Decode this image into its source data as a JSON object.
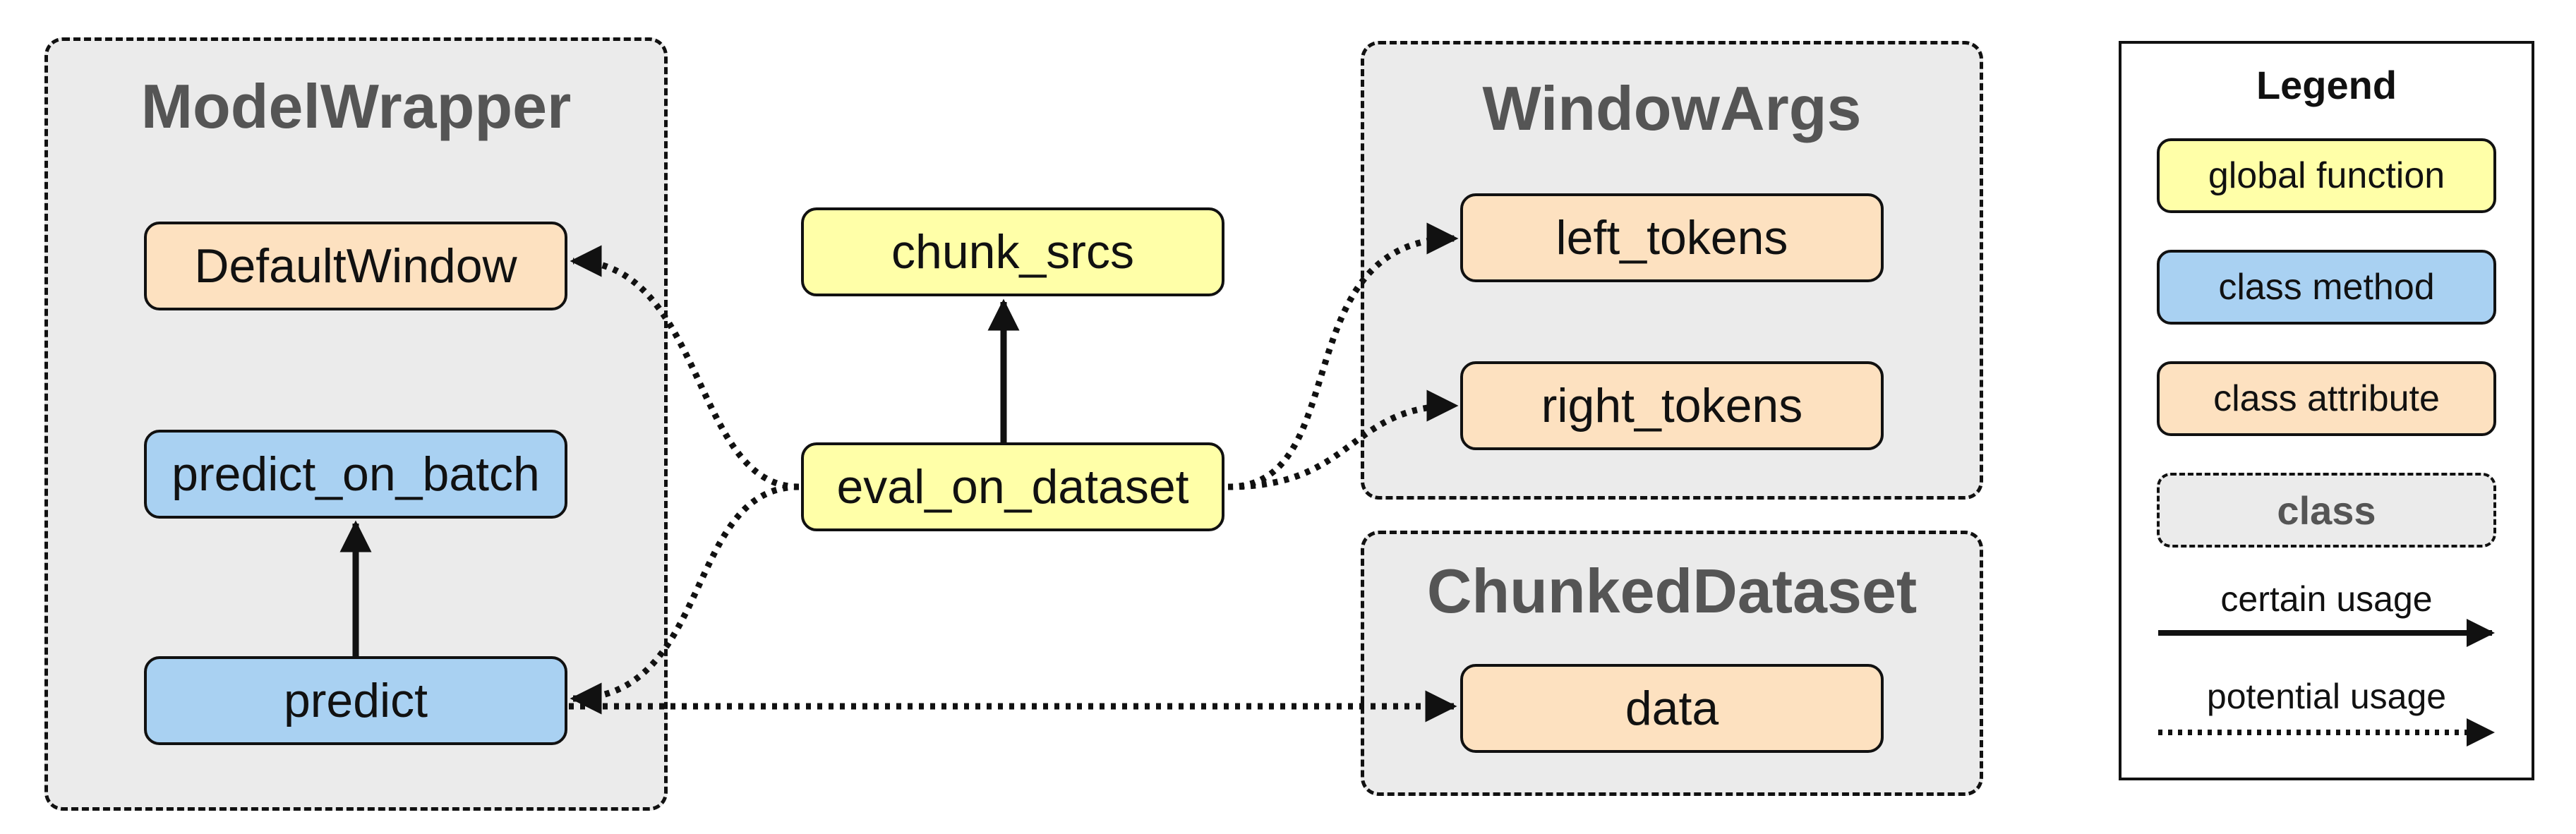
{
  "classes": {
    "model_wrapper": "ModelWrapper",
    "window_args": "WindowArgs",
    "chunked_dataset": "ChunkedDataset"
  },
  "nodes": {
    "default_window": "DefaultWindow",
    "predict_on_batch": "predict_on_batch",
    "predict": "predict",
    "chunk_srcs": "chunk_srcs",
    "eval_on_dataset": "eval_on_dataset",
    "left_tokens": "left_tokens",
    "right_tokens": "right_tokens",
    "data": "data"
  },
  "legend": {
    "title": "Legend",
    "global_function": "global function",
    "class_method": "class method",
    "class_attribute": "class attribute",
    "class": "class",
    "certain_usage": "certain usage",
    "potential_usage": "potential usage"
  },
  "colors": {
    "global_function": "#ffffa8",
    "class_method": "#a9d1f2",
    "class_attribute": "#fde1c0",
    "class_bg": "#ebebeb",
    "class_title": "#555555"
  }
}
